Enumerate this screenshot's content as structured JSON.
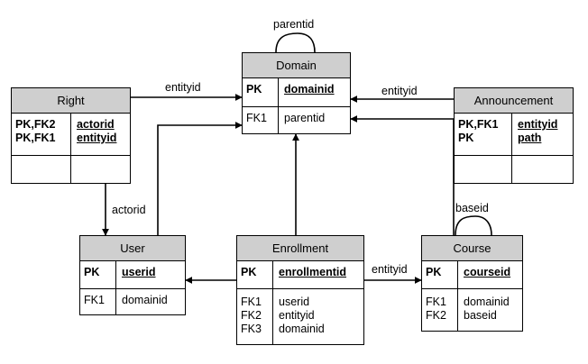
{
  "entities": {
    "domain": {
      "title": "Domain",
      "pk": {
        "keys": "PK",
        "fields": "domainid"
      },
      "attrs": {
        "keys": "FK1",
        "fields": "parentid"
      }
    },
    "right": {
      "title": "Right",
      "pk": {
        "keys": [
          "PK,FK2",
          "PK,FK1"
        ],
        "fields": [
          "actorid",
          "entityid"
        ]
      },
      "attrs": {
        "keys": "",
        "fields": ""
      }
    },
    "announcement": {
      "title": "Announcement",
      "pk": {
        "keys": [
          "PK,FK1",
          "PK"
        ],
        "fields": [
          "entityid",
          "path"
        ]
      },
      "attrs": {
        "keys": "",
        "fields": ""
      }
    },
    "user": {
      "title": "User",
      "pk": {
        "keys": "PK",
        "fields": "userid"
      },
      "attrs": {
        "keys": "FK1",
        "fields": "domainid"
      }
    },
    "enrollment": {
      "title": "Enrollment",
      "pk": {
        "keys": "PK",
        "fields": "enrollmentid"
      },
      "attrs": {
        "keys": [
          "FK1",
          "FK2",
          "FK3"
        ],
        "fields": [
          "userid",
          "entityid",
          "domainid"
        ]
      }
    },
    "course": {
      "title": "Course",
      "pk": {
        "keys": "PK",
        "fields": "courseid"
      },
      "attrs": {
        "keys": [
          "FK1",
          "FK2"
        ],
        "fields": [
          "domainid",
          "baseid"
        ]
      }
    }
  },
  "relations": {
    "domain_self": "parentid",
    "right_domain": "entityid",
    "announcement_domain": "entityid",
    "right_user": "actorid",
    "course_self": "baseid",
    "enrollment_course": "entityid"
  }
}
